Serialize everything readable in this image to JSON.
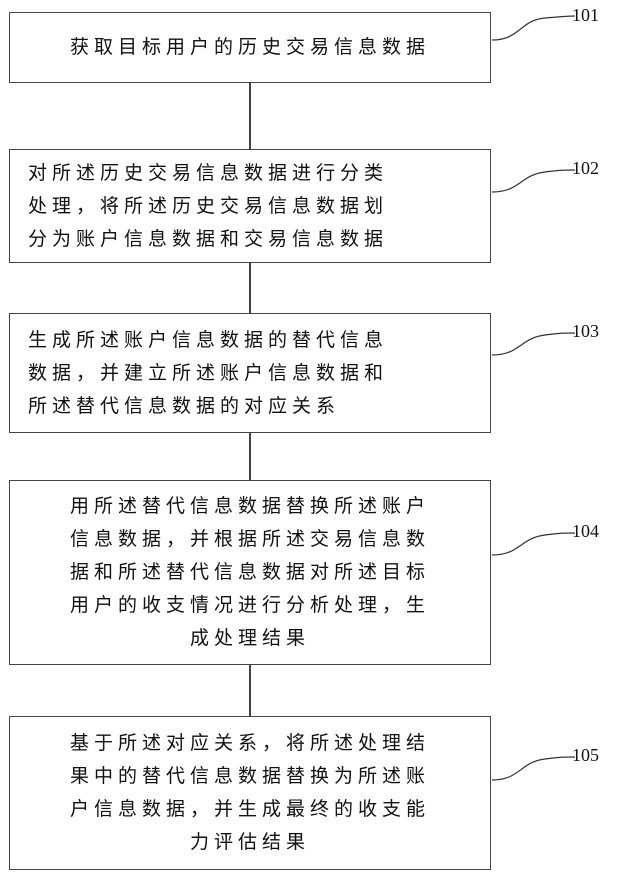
{
  "steps": [
    {
      "id": "101",
      "text": "获取目标用户的历史交易信息数据"
    },
    {
      "id": "102",
      "text": "对所述历史交易信息数据进行分类\n处理，将所述历史交易信息数据划\n分为账户信息数据和交易信息数据"
    },
    {
      "id": "103",
      "text": "生成所述账户信息数据的替代信息\n数据，并建立所述账户信息数据和\n所述替代信息数据的对应关系"
    },
    {
      "id": "104",
      "text": "用所述替代信息数据替换所述账户\n信息数据，并根据所述交易信息数\n据和所述替代信息数据对所述目标\n用户的收支情况进行分析处理，生\n成处理结果"
    },
    {
      "id": "105",
      "text": "基于所述对应关系，将所述处理结\n果中的替代信息数据替换为所述账\n户信息数据，并生成最终的收支能\n力评估结果"
    }
  ]
}
